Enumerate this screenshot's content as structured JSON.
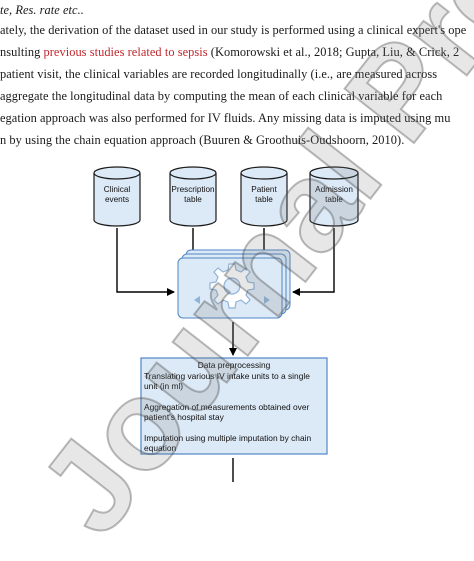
{
  "paper": {
    "lines": [
      {
        "segments": [
          {
            "text": "te, Res. rate etc..",
            "style": "italic"
          }
        ]
      },
      {
        "segments": [
          {
            "text": "ately, the derivation of the dataset used in our study is performed using a clinical expert's ope"
          }
        ]
      },
      {
        "segments": [
          {
            "text": "nsulting "
          },
          {
            "text": "previous studies related to sepsis",
            "style": "link"
          },
          {
            "text": " (Komorowski et al., 2018; Gupta, Liu, & Crick, 2"
          }
        ]
      },
      {
        "segments": [
          {
            "text": "patient visit, the clinical variables are recorded longitudinally (i.e., are measured across"
          }
        ]
      },
      {
        "segments": [
          {
            "text": "aggregate the longitudinal data by computing the mean of each clinical variable for each"
          }
        ]
      },
      {
        "segments": [
          {
            "text": "egation approach was also performed for IV fluids.  Any missing data is imputed using mu"
          }
        ]
      },
      {
        "segments": [
          {
            "text": "n by using the chain equation approach (Buuren & Groothuis-Oudshoorn, 2010)."
          }
        ]
      }
    ]
  },
  "figure": {
    "sources": [
      {
        "label_line1": "Clinical",
        "label_line2": "events"
      },
      {
        "label_line1": "Prescription",
        "label_line2": "table"
      },
      {
        "label_line1": "Patient",
        "label_line2": "table"
      },
      {
        "label_line1": "Admission",
        "label_line2": "table"
      }
    ],
    "processing_icon": "gear-icon",
    "preprocessing": {
      "title": "Data preprocessing",
      "step1_line1": "Translating various IV intake units to a single",
      "step1_line2": "unit (in ml)",
      "step2_line1": "Aggregation of measurements obtained over",
      "step2_line2": "patient's hospital stay",
      "step3_line1": "Imputation using multiple imputation by chain",
      "step3_line2": "equation"
    },
    "colors": {
      "cylinder_fill": "#dce9f6",
      "cylinder_stroke": "#1b1b1b",
      "box_fill": "#dce9f6",
      "box_stroke": "#4f86c6",
      "arrow": "#000000",
      "link_red": "#c0272d"
    }
  },
  "watermark": {
    "text": "Journal Pre-proofs"
  }
}
